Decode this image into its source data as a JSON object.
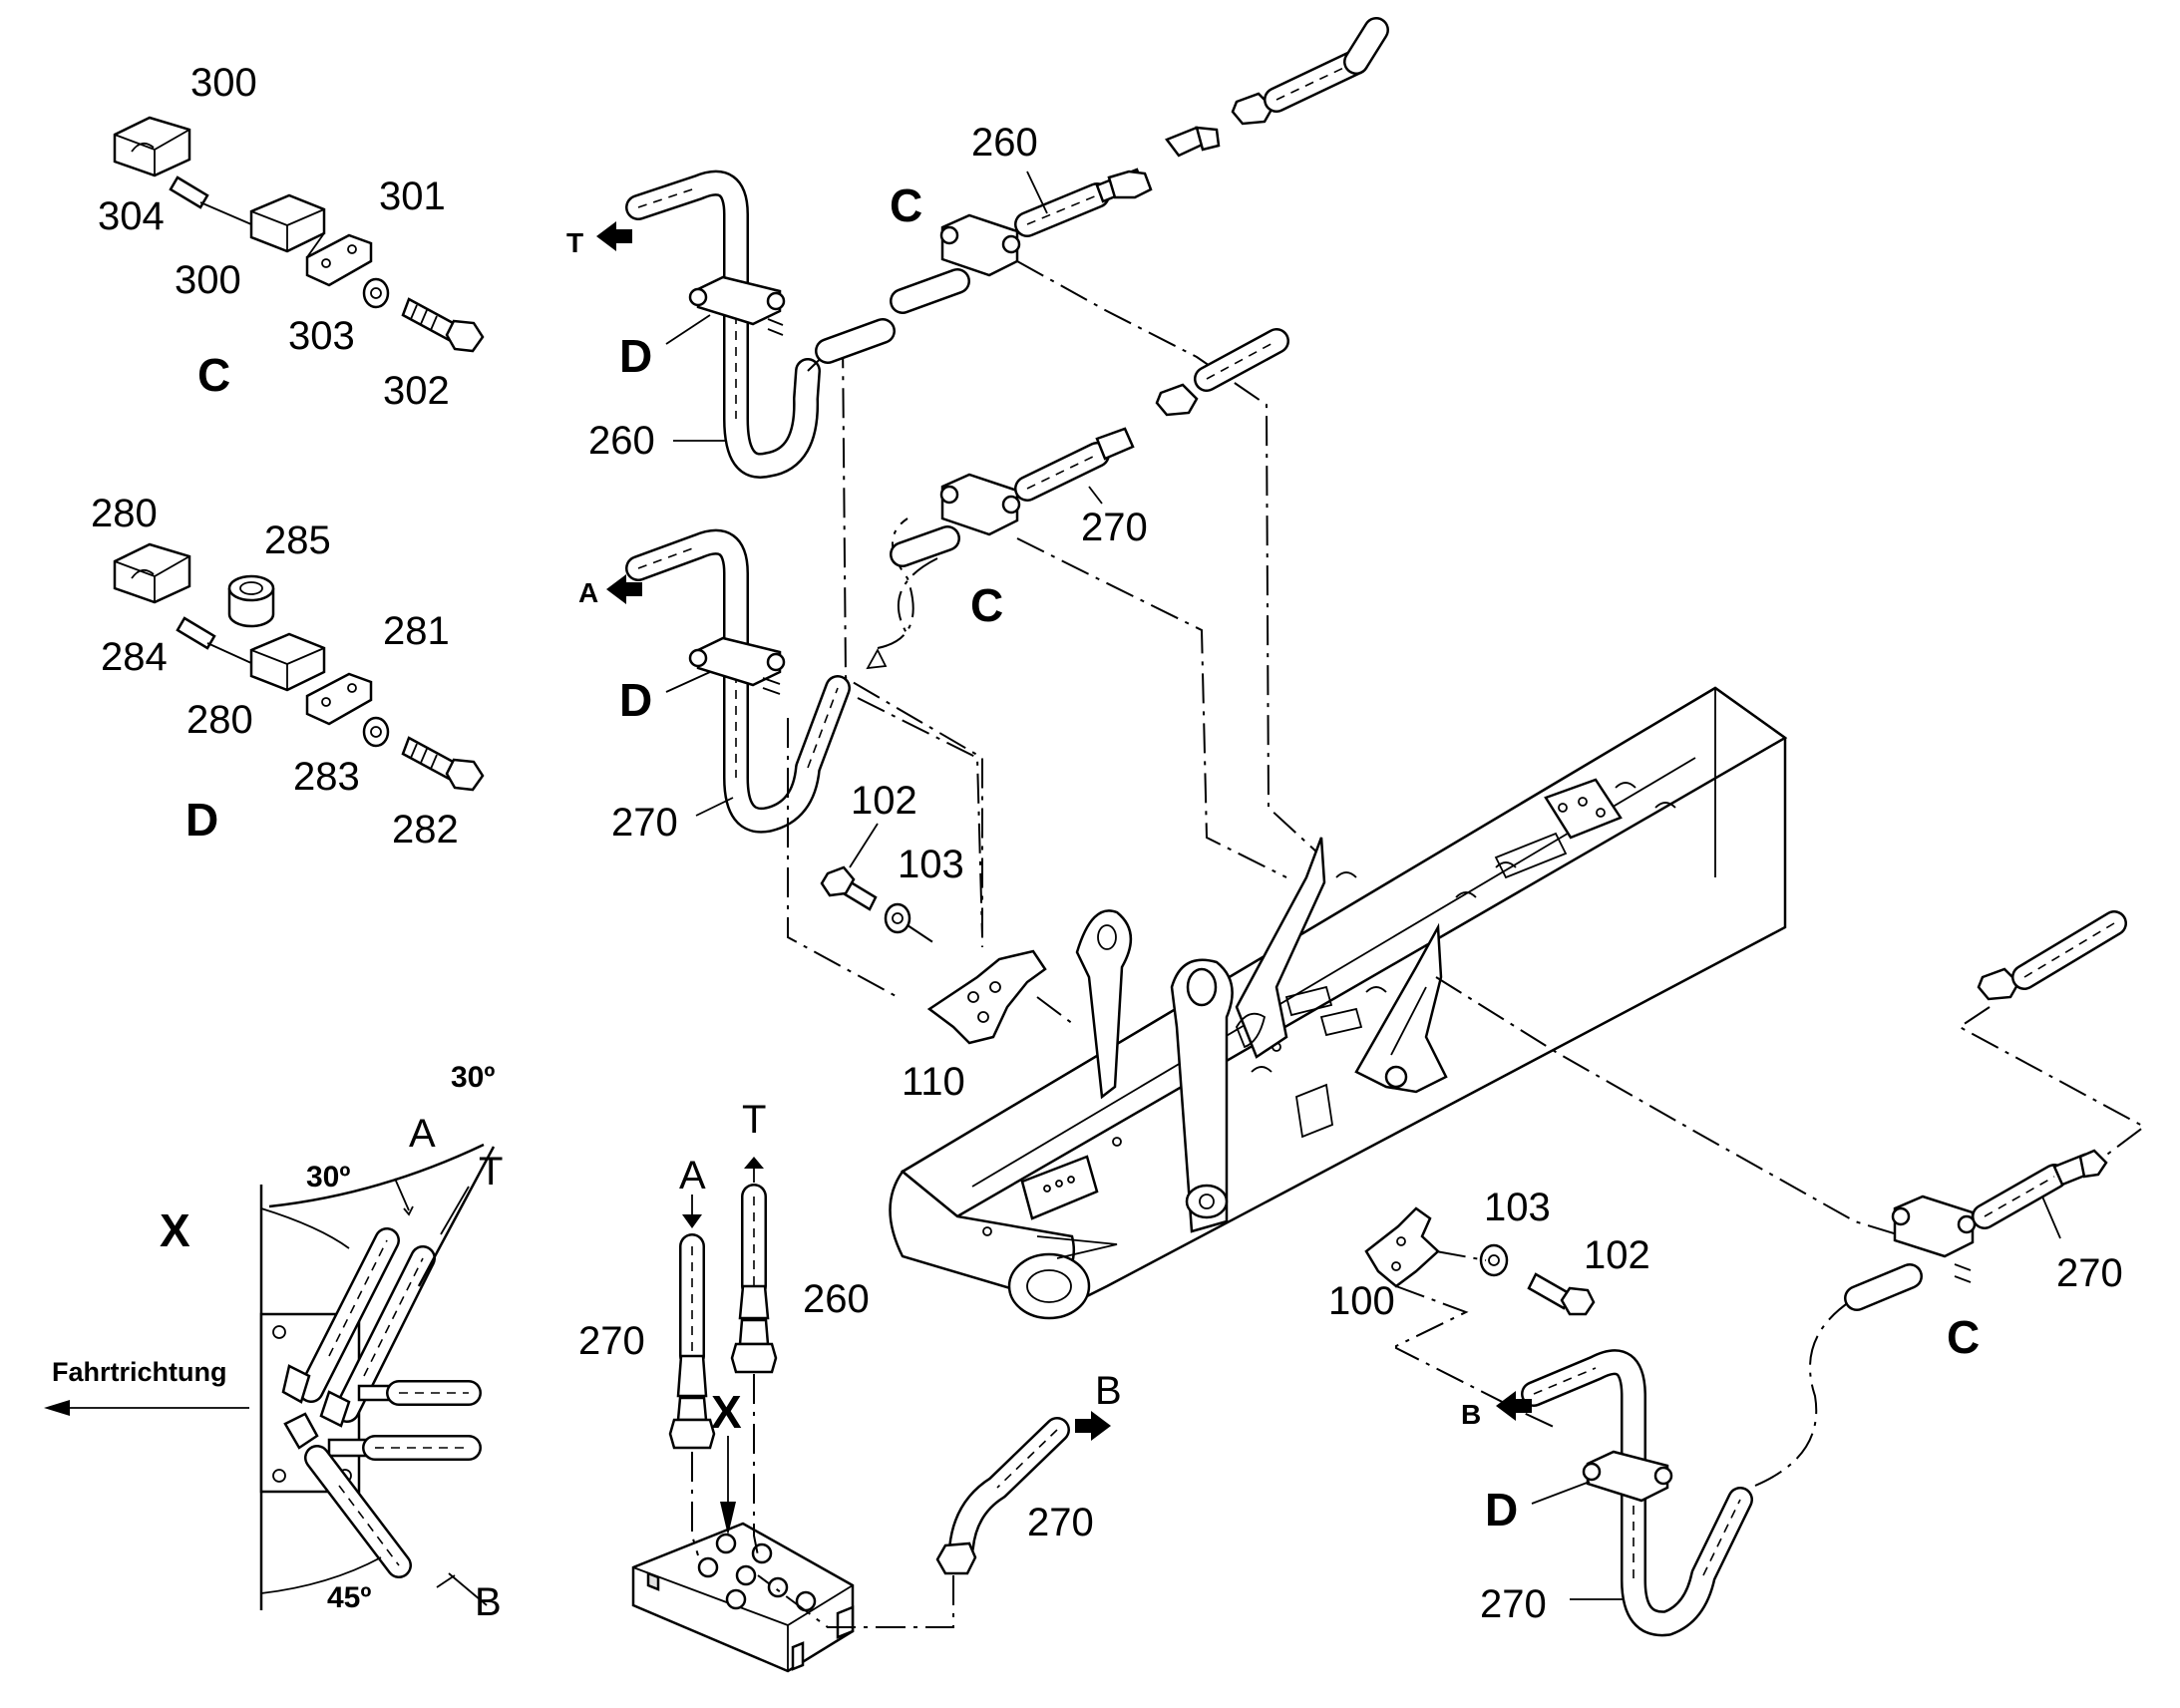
{
  "labels": {
    "c_clamp": {
      "p300a": "300",
      "p304": "304",
      "p300b": "300",
      "p301": "301",
      "p303": "303",
      "p302": "302",
      "title": "C"
    },
    "d_clamp": {
      "p280a": "280",
      "p285": "285",
      "p284": "284",
      "p280b": "280",
      "p281": "281",
      "p283": "283",
      "p282": "282",
      "title": "D"
    },
    "upper": {
      "t": "T",
      "d1": "D",
      "h260": "260",
      "c1": "C",
      "hose260": "260",
      "a": "A",
      "d2": "D",
      "h270": "270",
      "c2": "C",
      "hose270": "270"
    },
    "bracket": {
      "p102": "102",
      "p103": "103",
      "p110": "110"
    },
    "right": {
      "p103": "103",
      "p102": "102",
      "p100": "100",
      "b": "B",
      "d": "D",
      "h270": "270",
      "c": "C",
      "hose270": "270"
    },
    "detail_x": {
      "title": "X",
      "deg30_top": "30º",
      "deg30": "30º",
      "a": "A",
      "t": "T",
      "direction": "Fahrtrichtung",
      "deg45": "45º",
      "b": "B"
    },
    "block": {
      "a": "A",
      "t": "T",
      "h270": "270",
      "h260": "260",
      "x": "X",
      "b": "B",
      "hb270": "270"
    }
  },
  "colors": {
    "line": "#000000",
    "background": "#ffffff",
    "shade": "#e2e2e2"
  }
}
